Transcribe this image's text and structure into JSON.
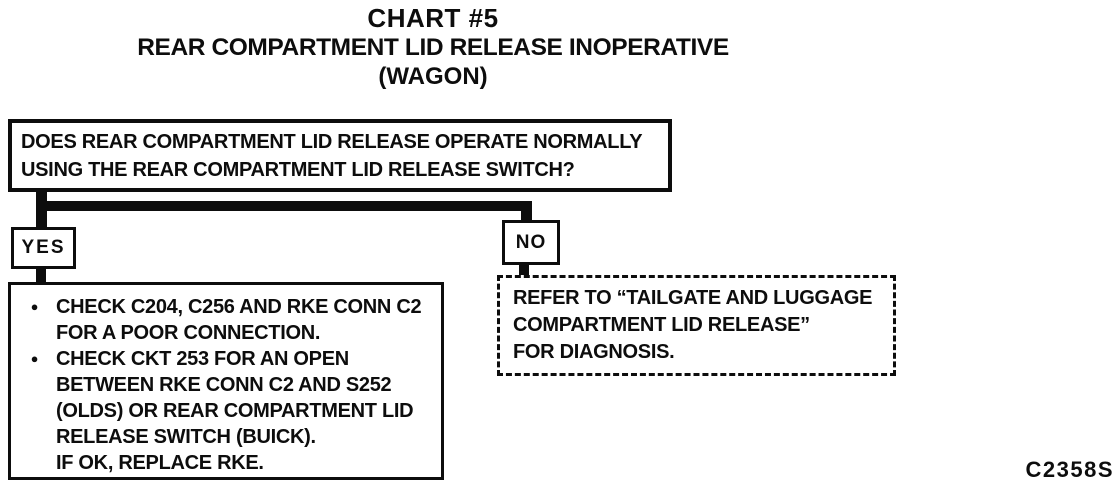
{
  "page": {
    "background": "#ffffff",
    "ink": "#0d0d0d"
  },
  "title": {
    "chart_number": "CHART #5",
    "chart_name": "REAR COMPARTMENT LID RELEASE INOPERATIVE",
    "chart_variant": "(WAGON)"
  },
  "question_box": {
    "lines": [
      "DOES REAR COMPARTMENT LID RELEASE OPERATE NORMALLY",
      "USING THE REAR COMPARTMENT LID RELEASE SWITCH?"
    ]
  },
  "branches": {
    "yes_label": "YES",
    "no_label": "NO"
  },
  "yes_action_box": {
    "bullet_glyph": "●",
    "items": [
      {
        "lines": [
          "CHECK C204, C256 AND RKE CONN C2",
          "FOR A POOR CONNECTION."
        ]
      },
      {
        "lines": [
          "CHECK CKT 253 FOR AN OPEN",
          "BETWEEN RKE CONN C2 AND S252",
          "(OLDS) OR REAR COMPARTMENT LID",
          "RELEASE SWITCH (BUICK).",
          "IF OK, REPLACE RKE."
        ]
      }
    ]
  },
  "no_refer_box": {
    "lines": [
      "REFER TO “TAILGATE AND LUGGAGE",
      "COMPARTMENT LID RELEASE”",
      "FOR DIAGNOSIS."
    ]
  },
  "figure_code": "C2358S"
}
